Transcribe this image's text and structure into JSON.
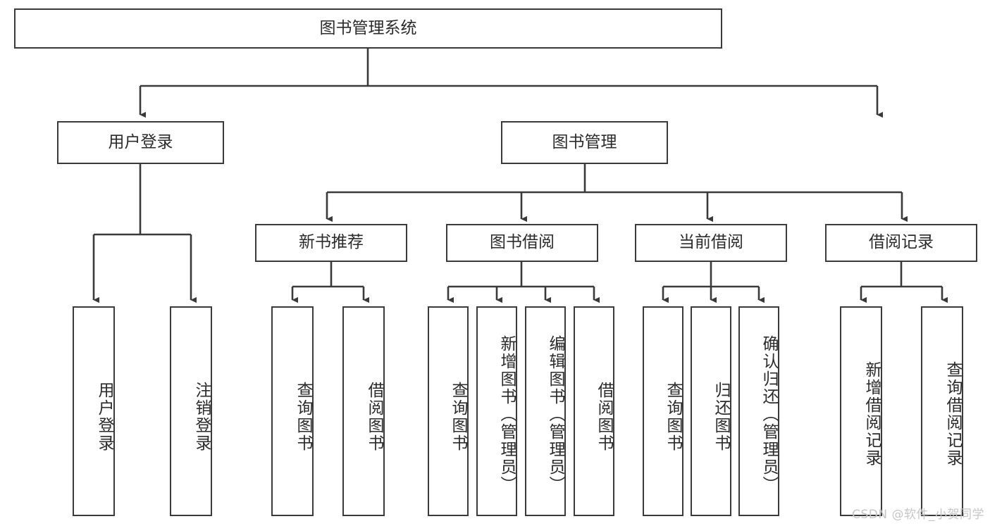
{
  "diagram": {
    "title_node": {
      "label": "图书管理系统"
    },
    "level2": [
      {
        "label": "用户登录"
      },
      {
        "label": "图书管理"
      }
    ],
    "level3": [
      {
        "label": "新书推荐"
      },
      {
        "label": "图书借阅"
      },
      {
        "label": "当前借阅"
      },
      {
        "label": "借阅记录"
      }
    ],
    "leaves": {
      "user_login": [
        {
          "label": "用户登录"
        },
        {
          "label": "注销登录"
        }
      ],
      "new_book_recommend": [
        {
          "label": "查询图书"
        },
        {
          "label": "借阅图书"
        }
      ],
      "book_borrow": [
        {
          "label": "查询图书"
        },
        {
          "label": "新增图书（管理员）"
        },
        {
          "label": "编辑图书（管理员）"
        },
        {
          "label": "借阅图书"
        }
      ],
      "current_borrow": [
        {
          "label": "查询图书"
        },
        {
          "label": "归还图书"
        },
        {
          "label": "确认归还（管理员）"
        }
      ],
      "borrow_record": [
        {
          "label": "新增借阅记录"
        },
        {
          "label": "查询借阅记录"
        }
      ]
    },
    "watermark": "CSDN @软件_小贺同学",
    "colors": {
      "stroke": "#3a3a3a",
      "fill": "#ffffff",
      "text": "#2b2b2b",
      "watermark": "#c6c6c6"
    }
  }
}
